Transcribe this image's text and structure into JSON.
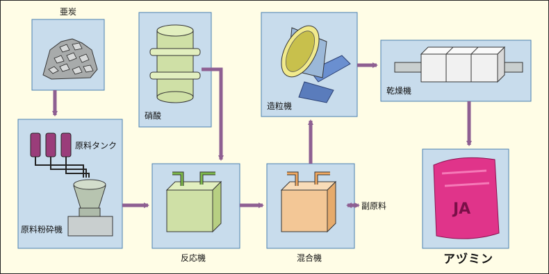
{
  "labels": {
    "anthracite": "亜炭",
    "nitric_acid": "硝酸",
    "granulator": "造粒機",
    "dryer": "乾燥機",
    "raw_tank": "原料タンク",
    "raw_crusher": "原料粉砕機",
    "reactor": "反応機",
    "mixer": "混合機",
    "sub_material": "副原料",
    "product": "アヅミン"
  },
  "colors": {
    "background": "#fffde6",
    "box_fill": "#c8dcec",
    "box_stroke": "#4a7fb0",
    "arrow": "#8e5f92",
    "tank": "#9a3d7a",
    "green": "#cfe0a6",
    "orange": "#f3c796",
    "gray": "#c9cfcf",
    "bag": "#e0348a"
  },
  "product_bag": {
    "print": "JA"
  }
}
